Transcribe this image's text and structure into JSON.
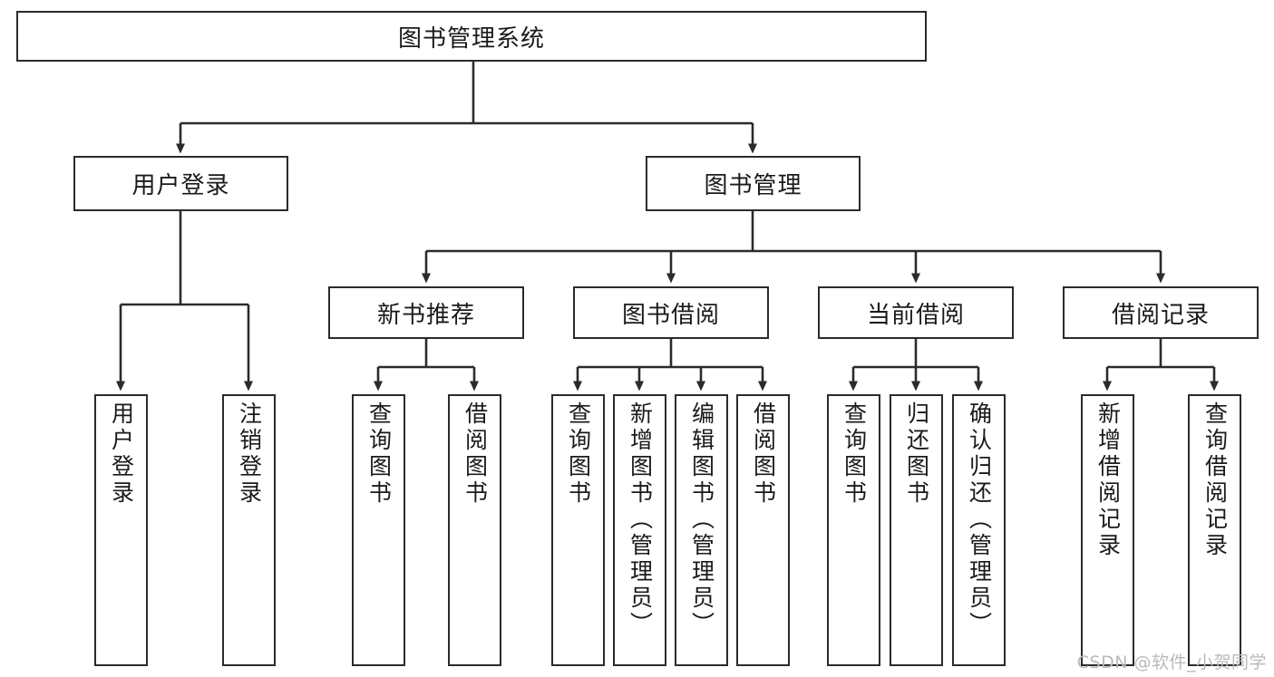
{
  "diagram": {
    "title": "图书管理系统",
    "root": {
      "label": "图书管理系统"
    },
    "level2": [
      {
        "label": "用户登录"
      },
      {
        "label": "图书管理"
      }
    ],
    "level3": [
      {
        "label": "新书推荐"
      },
      {
        "label": "图书借阅"
      },
      {
        "label": "当前借阅"
      },
      {
        "label": "借阅记录"
      }
    ],
    "leaves": {
      "user_login": [
        {
          "label": "用户登录"
        },
        {
          "label": "注销登录"
        }
      ],
      "new_book_recommend": [
        {
          "label": "查询图书"
        },
        {
          "label": "借阅图书"
        }
      ],
      "book_borrow": [
        {
          "label": "查询图书"
        },
        {
          "label": "新增图书（管理员）"
        },
        {
          "label": "编辑图书（管理员）"
        },
        {
          "label": "借阅图书"
        }
      ],
      "current_borrow": [
        {
          "label": "查询图书"
        },
        {
          "label": "归还图书"
        },
        {
          "label": "确认归还（管理员）"
        }
      ],
      "borrow_record": [
        {
          "label": "新增借阅记录"
        },
        {
          "label": "查询借阅记录"
        }
      ]
    }
  },
  "watermark": {
    "text": "CSDN @软件_小贺同学"
  },
  "colors": {
    "stroke": "#2b2b2b",
    "fill": "#ffffff",
    "text": "#1a1a1a",
    "watermark": "#b9b9b9"
  }
}
